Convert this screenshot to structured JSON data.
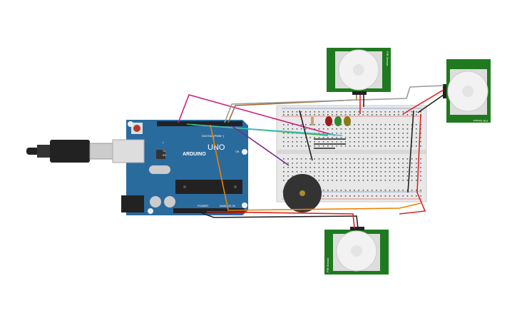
{
  "arduino": {
    "brand": "ARDUINO",
    "model": "UNO",
    "digital_label": "DIGITAL (PWM~)",
    "power_label": "POWER",
    "analog_label": "ANALOG IN",
    "on_label": "ON",
    "tx_label": "TX",
    "rx_label": "RX",
    "l_label": "L",
    "board_color": "#2a6b9e"
  },
  "pir_sensor": {
    "label": "PIR Sensor",
    "board_color": "#1f7a1f"
  },
  "leds": [
    {
      "color": "#9b1c1c"
    },
    {
      "color": "#2f8a2f"
    },
    {
      "color": "#8a7a1a"
    }
  ],
  "wires": {
    "red": "#e02020",
    "black": "#222222",
    "orange": "#f08000",
    "green": "#30b040",
    "cyan": "#40c0c8",
    "magenta": "#d02080",
    "purple": "#7a2a8a",
    "gray": "#9a9a9a",
    "brown": "#a06a30"
  }
}
